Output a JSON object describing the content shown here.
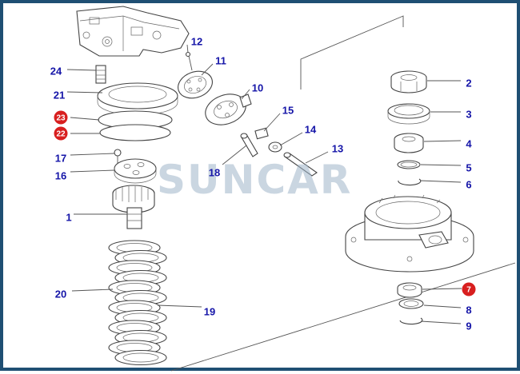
{
  "watermark": "SUNCAR",
  "colors": {
    "frame": "#1f4f73",
    "label": "#1515a8",
    "badge": "#d81f1f",
    "watermark": "#9fb4c8"
  },
  "labels": [
    {
      "id": "1",
      "text": "1",
      "highlight": false
    },
    {
      "id": "2",
      "text": "2",
      "highlight": false
    },
    {
      "id": "3",
      "text": "3",
      "highlight": false
    },
    {
      "id": "4",
      "text": "4",
      "highlight": false
    },
    {
      "id": "5",
      "text": "5",
      "highlight": false
    },
    {
      "id": "6",
      "text": "6",
      "highlight": false
    },
    {
      "id": "7",
      "text": "7",
      "highlight": true
    },
    {
      "id": "8",
      "text": "8",
      "highlight": false
    },
    {
      "id": "9",
      "text": "9",
      "highlight": false
    },
    {
      "id": "10",
      "text": "10",
      "highlight": false
    },
    {
      "id": "11",
      "text": "11",
      "highlight": false
    },
    {
      "id": "12",
      "text": "12",
      "highlight": false
    },
    {
      "id": "13",
      "text": "13",
      "highlight": false
    },
    {
      "id": "14",
      "text": "14",
      "highlight": false
    },
    {
      "id": "15",
      "text": "15",
      "highlight": false
    },
    {
      "id": "16",
      "text": "16",
      "highlight": false
    },
    {
      "id": "17",
      "text": "17",
      "highlight": false
    },
    {
      "id": "18",
      "text": "18",
      "highlight": false
    },
    {
      "id": "19",
      "text": "19",
      "highlight": false
    },
    {
      "id": "20",
      "text": "20",
      "highlight": false
    },
    {
      "id": "21",
      "text": "21",
      "highlight": false
    },
    {
      "id": "22",
      "text": "22",
      "highlight": true
    },
    {
      "id": "23",
      "text": "23",
      "highlight": true
    },
    {
      "id": "24",
      "text": "24",
      "highlight": false
    }
  ]
}
